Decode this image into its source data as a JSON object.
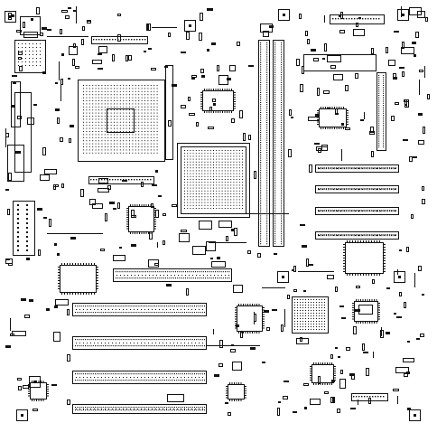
{
  "diagram": {
    "components": [
      "cpu-socket",
      "northbridge",
      "southbridge",
      "dimm-slot",
      "dimm-slot",
      "pci-slot",
      "pci-slot",
      "pci-slot",
      "pci-slot",
      "agp-slot",
      "ide-connector",
      "ide-connector",
      "floppy-connector",
      "atx-power-connector",
      "super-io-chip",
      "lan-chip",
      "audio-codec",
      "bios-chip",
      "mounting-hole",
      "mounting-hole",
      "mounting-hole",
      "mounting-hole",
      "mounting-hole",
      "mounting-hole",
      "mounting-hole",
      "mounting-hole",
      "mounting-hole"
    ]
  }
}
